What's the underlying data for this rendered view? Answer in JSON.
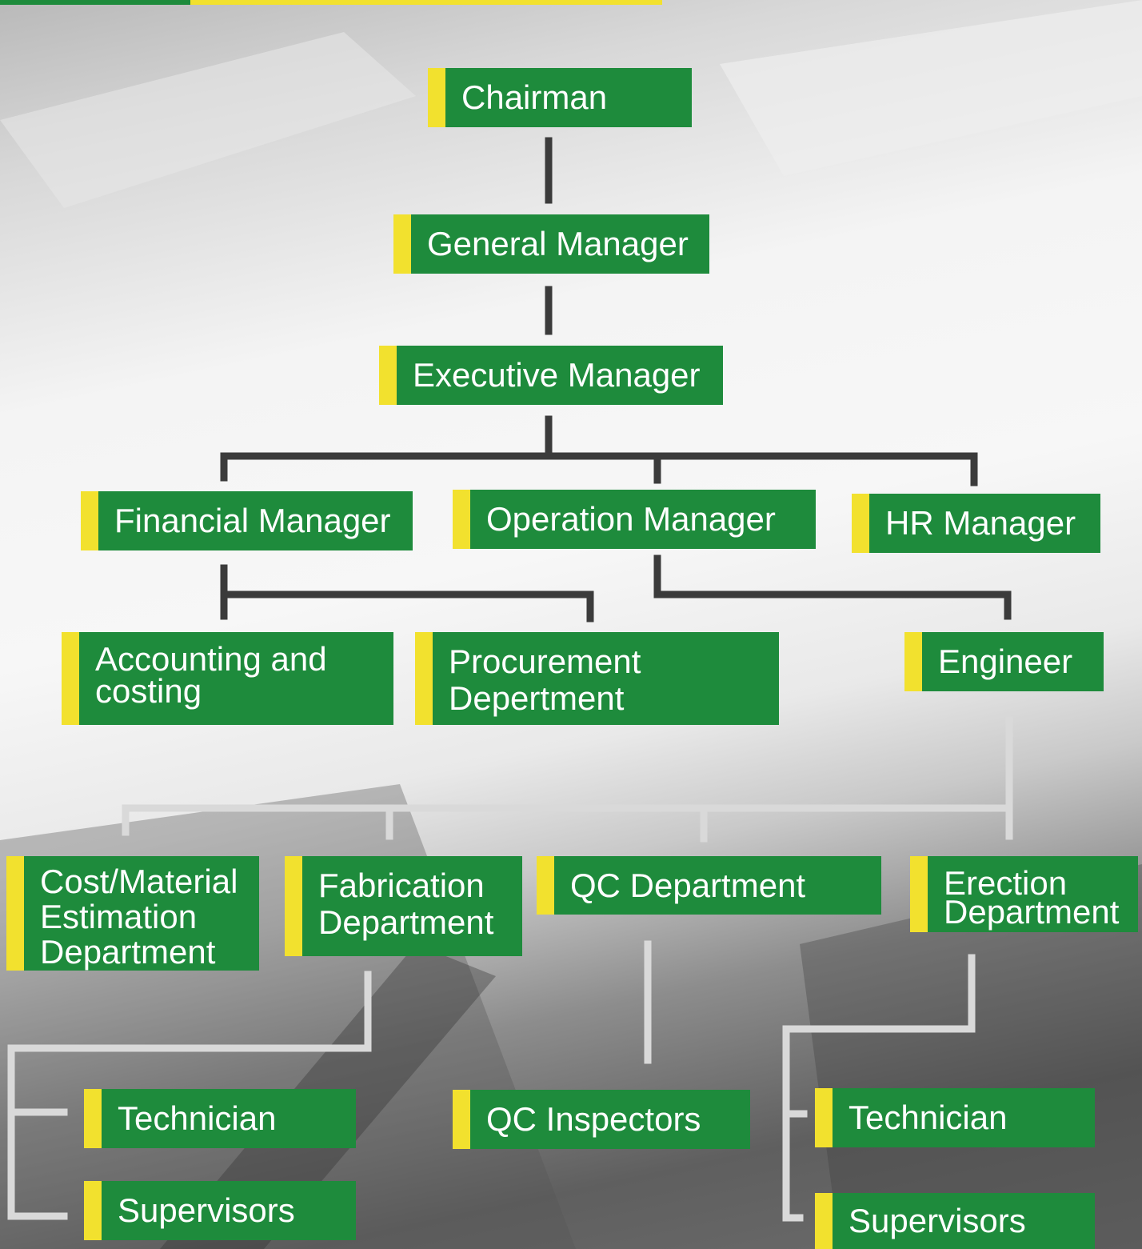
{
  "colors": {
    "green": "#1e8b3c",
    "yellow": "#f2e12e",
    "line_dark": "#3b3b3b",
    "line_light": "#d9d9d9"
  },
  "chart": {
    "chairman": "Chairman",
    "general_manager": "General Manager",
    "executive_manager": "Executive Manager",
    "financial_manager": "Financial Manager",
    "operation_manager": "Operation Manager",
    "hr_manager": "HR Manager",
    "accounting": "Accounting and\ncosting",
    "procurement": "Procurement\nDepertment",
    "engineer": "Engineer",
    "cost_material": "Cost/Material\nEstimation\nDepartment",
    "fabrication": "Fabrication\nDepartment",
    "qc_department": "QC Department",
    "erection": "Erection\nDepartment",
    "technician_left": "Technician",
    "supervisors_left": "Supervisors",
    "qc_inspectors": "QC Inspectors",
    "technician_right": "Technician",
    "supervisors_right": "Supervisors"
  }
}
